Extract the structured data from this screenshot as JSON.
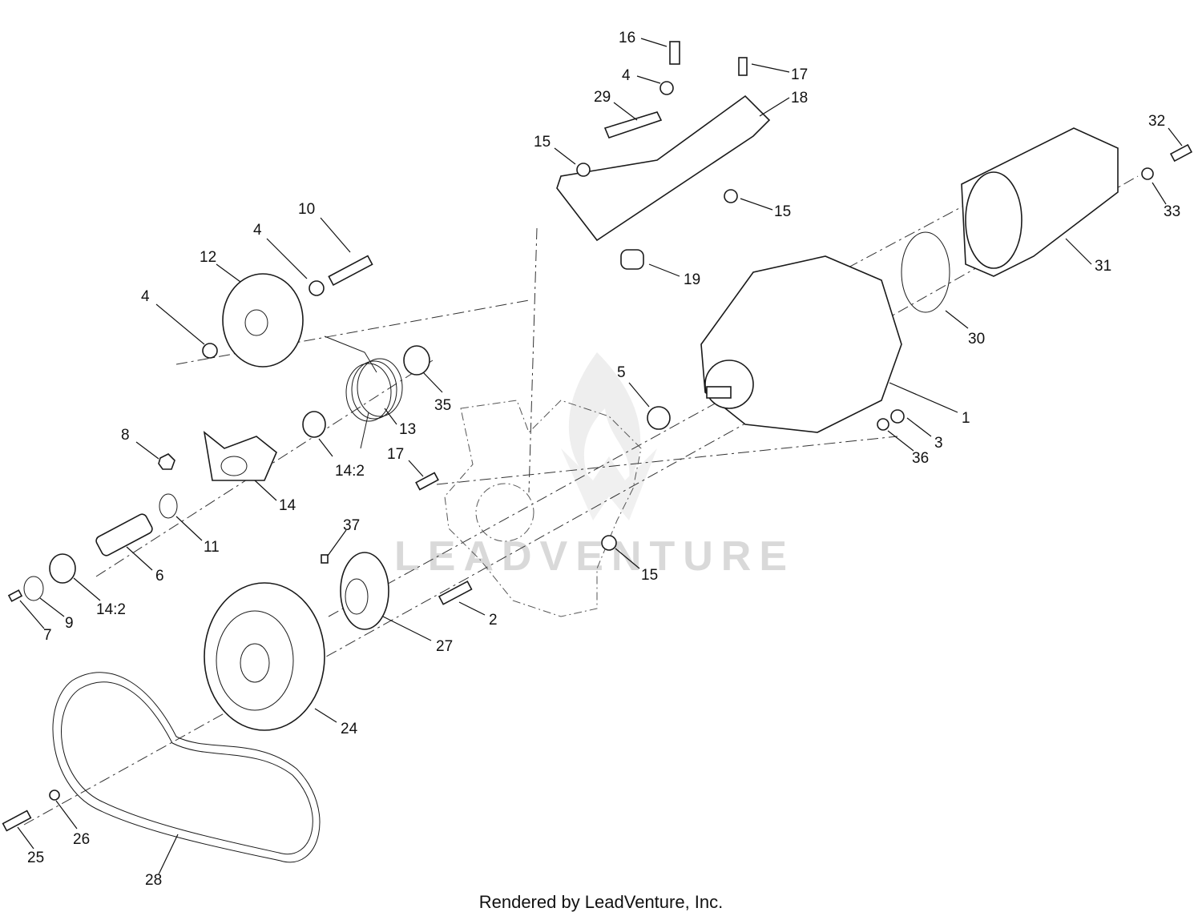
{
  "watermark": "LEADVENTURE",
  "footer": "Rendered by LeadVenture, Inc.",
  "callouts": [
    "16",
    "4",
    "17",
    "29",
    "18",
    "15",
    "15",
    "32",
    "33",
    "10",
    "4",
    "12",
    "4",
    "19",
    "31",
    "30",
    "35",
    "13",
    "5",
    "1",
    "3",
    "36",
    "8",
    "17",
    "14:2",
    "14",
    "11",
    "37",
    "6",
    "15",
    "14:2",
    "9",
    "7",
    "2",
    "27",
    "24",
    "26",
    "25",
    "28"
  ],
  "icons": [
    "flame-logo-watermark"
  ]
}
